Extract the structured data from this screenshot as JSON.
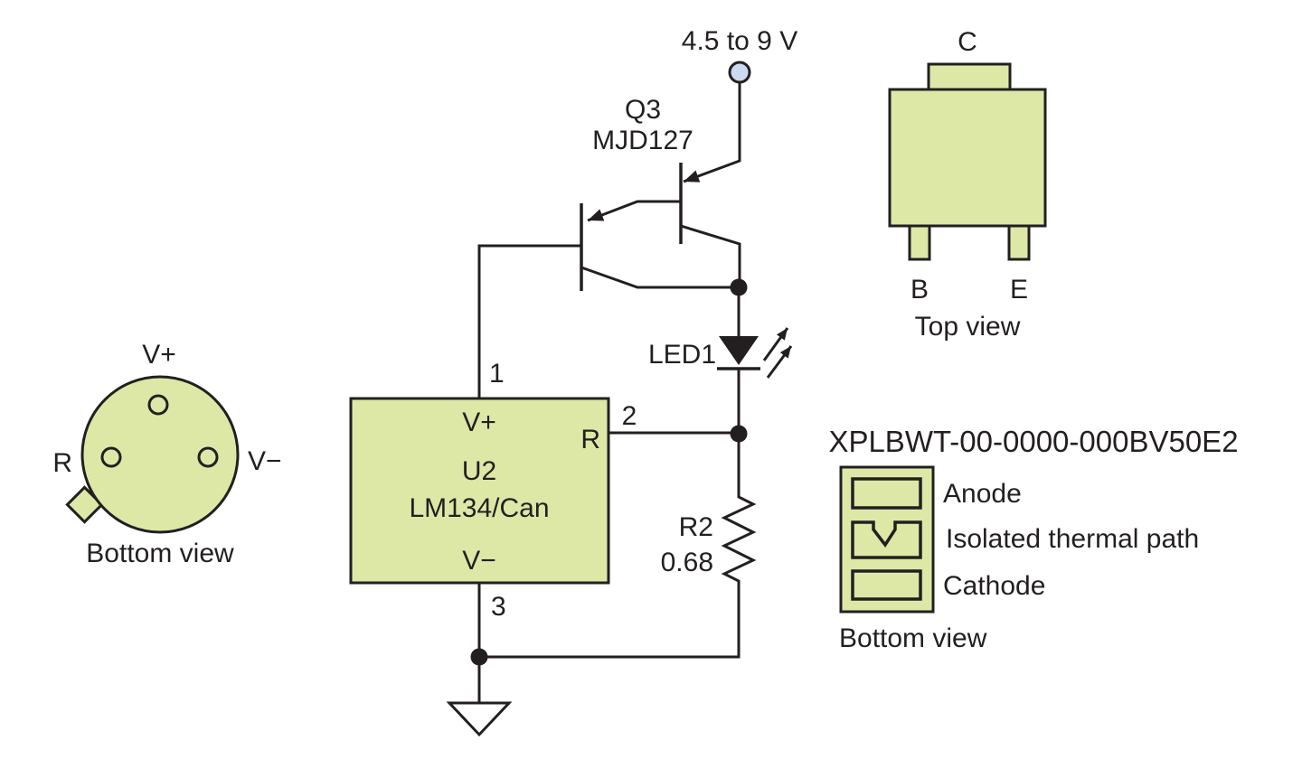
{
  "schematic": {
    "supply": {
      "label": "4.5 to 9 V"
    },
    "q3": {
      "ref": "Q3",
      "part": "MJD127"
    },
    "led1": {
      "ref": "LED1"
    },
    "r2": {
      "ref": "R2",
      "value": "0.68"
    },
    "u2": {
      "ref": "U2",
      "part": "LM134/Can",
      "pin_vplus": "V+",
      "pin_vminus": "V−",
      "pin_r": "R",
      "pin1": "1",
      "pin2": "2",
      "pin3": "3"
    }
  },
  "can_package": {
    "vplus": "V+",
    "r": "R",
    "vminus": "V−",
    "caption": "Bottom view"
  },
  "dpak_package": {
    "c": "C",
    "b": "B",
    "e": "E",
    "caption": "Top view"
  },
  "led_package": {
    "part_number": "XPLBWT-00-0000-000BV50E2",
    "pads": [
      "Anode",
      "Isolated thermal path",
      "Cathode"
    ],
    "caption": "Bottom view"
  },
  "colors": {
    "component_fill": "#dde8a6",
    "line": "#231f20",
    "terminal_fill": "#cbdaf0",
    "background": "#ffffff"
  }
}
